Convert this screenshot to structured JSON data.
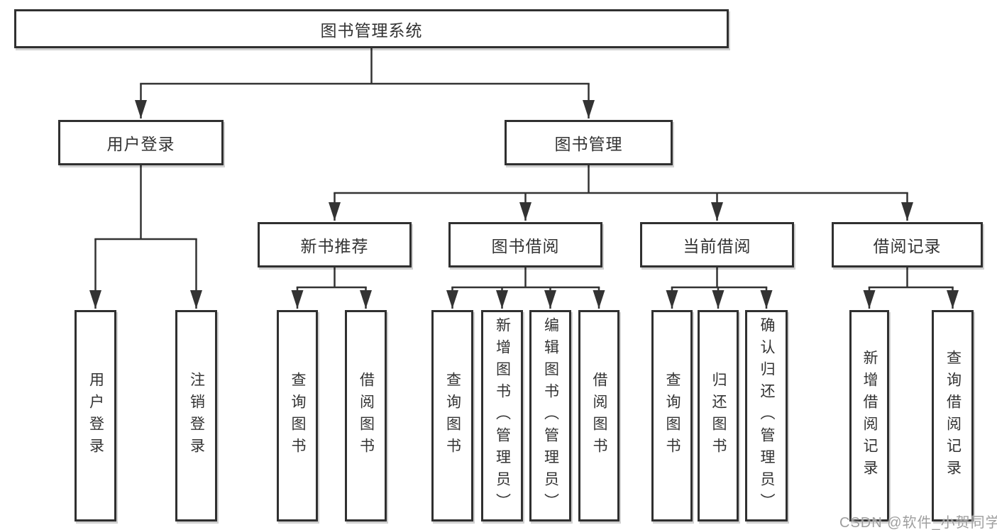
{
  "colors": {
    "line": "#333333",
    "border": "#303030",
    "text": "#333333",
    "watermark": "#9e9e9e",
    "background": "#ffffff"
  },
  "watermark": "CSDN @软件_小贺同学",
  "nodes": {
    "root": "图书管理系统",
    "user_login": "用户登录",
    "book_mgmt": "图书管理",
    "new_book_rec": "新书推荐",
    "book_borrow": "图书借阅",
    "current_borrow": "当前借阅",
    "borrow_record": "借阅记录",
    "leaf_user_login": "用户登录",
    "leaf_logout": "注销登录",
    "leaf_rec_query": "查询图书",
    "leaf_rec_borrow": "借阅图书",
    "leaf_bb_query": "查询图书",
    "leaf_bb_add": "新增图书（管理员）",
    "leaf_bb_edit": "编辑图书（管理员）",
    "leaf_bb_borrow": "借阅图书",
    "leaf_cb_query": "查询图书",
    "leaf_cb_return": "归还图书",
    "leaf_cb_confirm": "确认归还（管理员）",
    "leaf_br_add": "新增借阅记录",
    "leaf_br_query": "查询借阅记录"
  },
  "edges": [
    {
      "from": "root",
      "to": [
        "user_login",
        "book_mgmt"
      ]
    },
    {
      "from": "user_login",
      "to": [
        "leaf_user_login",
        "leaf_logout"
      ]
    },
    {
      "from": "book_mgmt",
      "to": [
        "new_book_rec",
        "book_borrow",
        "current_borrow",
        "borrow_record"
      ]
    },
    {
      "from": "new_book_rec",
      "to": [
        "leaf_rec_query",
        "leaf_rec_borrow"
      ]
    },
    {
      "from": "book_borrow",
      "to": [
        "leaf_bb_query",
        "leaf_bb_add",
        "leaf_bb_edit",
        "leaf_bb_borrow"
      ]
    },
    {
      "from": "current_borrow",
      "to": [
        "leaf_cb_query",
        "leaf_cb_return",
        "leaf_cb_confirm"
      ]
    },
    {
      "from": "borrow_record",
      "to": [
        "leaf_br_add",
        "leaf_br_query"
      ]
    }
  ]
}
